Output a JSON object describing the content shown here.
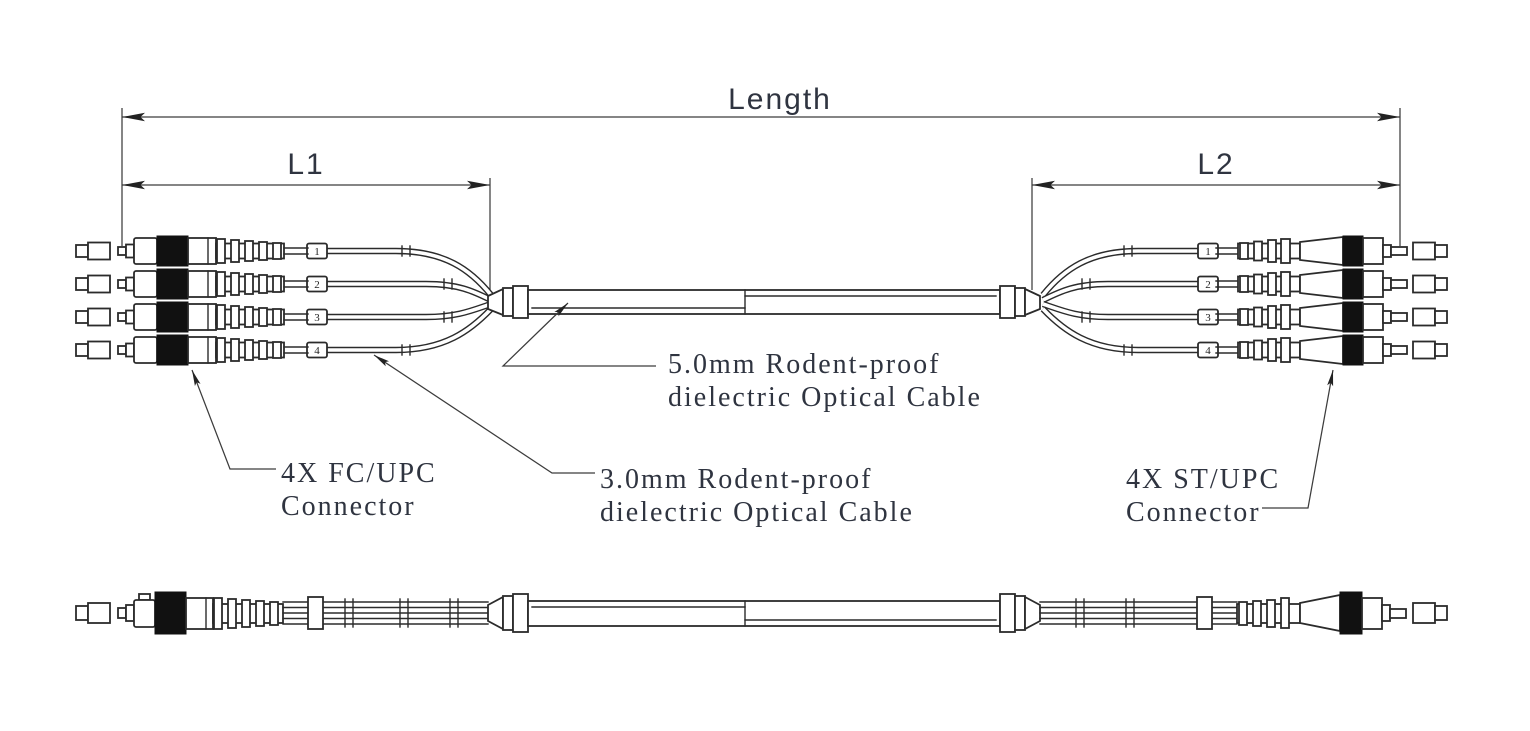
{
  "dimensions": {
    "overall": "Length",
    "left_breakout": "L1",
    "right_breakout": "L2"
  },
  "annotations": {
    "trunk_cable": {
      "line1": "5.0mm Rodent-proof",
      "line2": "dielectric Optical Cable"
    },
    "breakout_cable": {
      "line1": "3.0mm Rodent-proof",
      "line2": "dielectric Optical Cable"
    },
    "left_connector": {
      "line1": "4X FC/UPC",
      "line2": "Connector"
    },
    "right_connector": {
      "line1": "4X ST/UPC",
      "line2": "Connector"
    }
  },
  "fiber_tags": {
    "left": [
      "1",
      "2",
      "3",
      "4"
    ],
    "right": [
      "1",
      "2",
      "3",
      "4"
    ]
  },
  "colors": {
    "line": "#2b2b2b",
    "text": "#2f3440",
    "connector_black": "#111111",
    "background": "#ffffff"
  }
}
